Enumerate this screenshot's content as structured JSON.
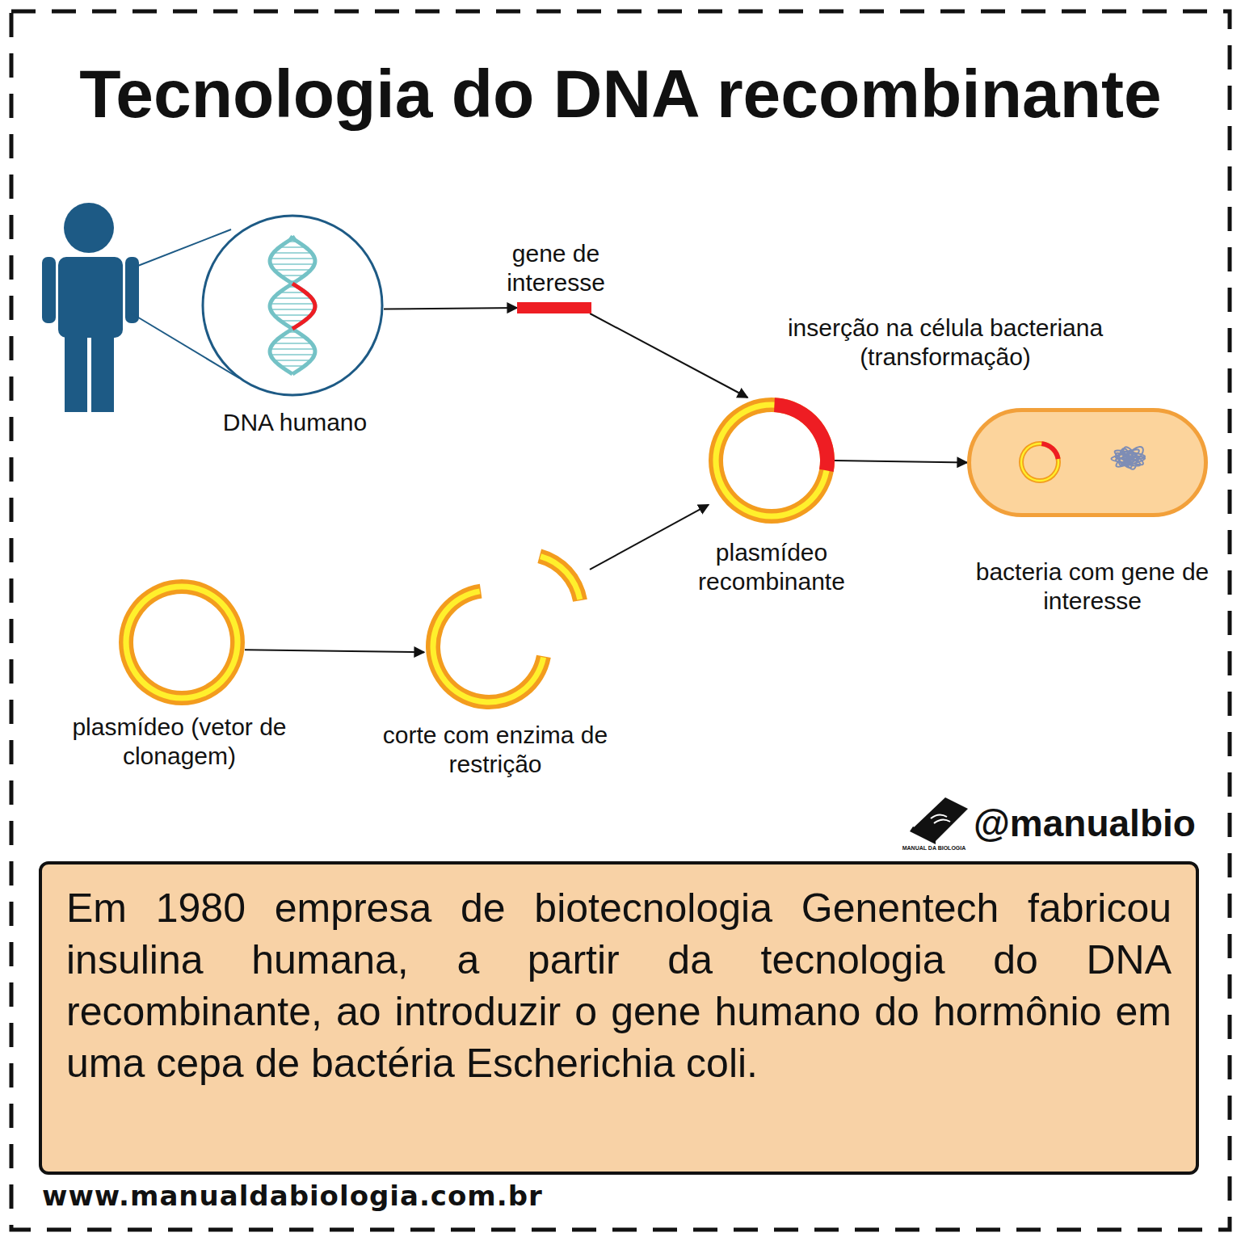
{
  "diagram": {
    "title": "Tecnologia do DNA recombinante",
    "nodes": [
      {
        "text": [
          "DNA humano"
        ]
      },
      {
        "text": [
          "gene de interesse"
        ]
      },
      {
        "text": [
          "plasmídeo recombinante"
        ]
      },
      {
        "text": [
          "bacteria com gene de interesse"
        ]
      },
      {
        "text": [
          "plasmídeo (vetor de clonagem)"
        ]
      },
      {
        "text": [
          "corte com enzima de restrição"
        ]
      },
      {
        "text": [
          "Em 1980 empresa de biotecnologia Genentech fabricou insulina humana, a partir da tecnologia do DNA recombinante, ao introduzir o gene humano do hormônio em uma cepa de bactéria Escherichia coli."
        ]
      }
    ],
    "edges": [
      {
        "from": 0,
        "to": 1,
        "arrow": "to"
      },
      {
        "from": 1,
        "to": 2,
        "arrow": "to"
      },
      {
        "from": 4,
        "to": 5,
        "arrow": "to"
      },
      {
        "from": 5,
        "to": 2,
        "arrow": "to"
      },
      {
        "from": 2,
        "to": 3,
        "arrow": "to",
        "label": "inserção na célula bacteriana (transformação)"
      }
    ],
    "labels": [
      "@manualbio",
      "MANUAL DA BIOLOGIA",
      "www.manualdabiologia.com.br"
    ]
  }
}
